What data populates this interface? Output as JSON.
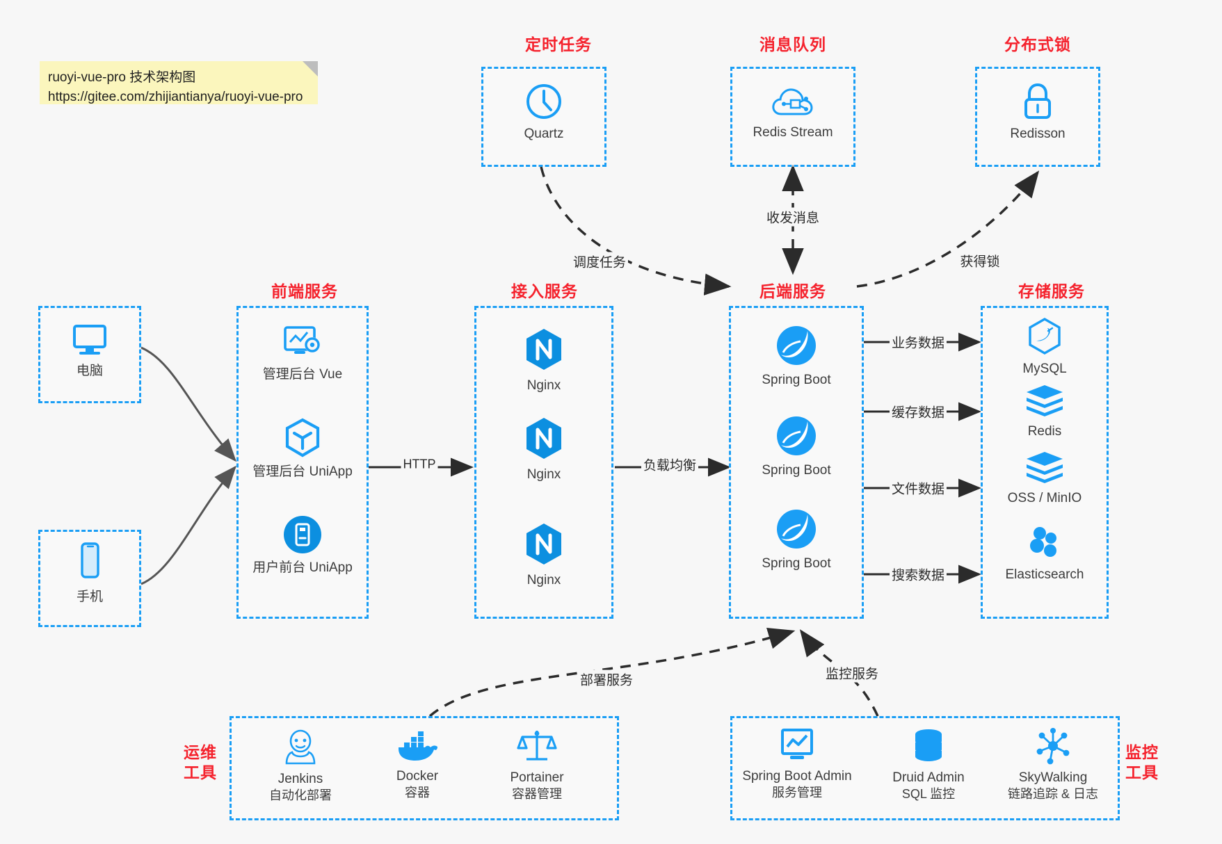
{
  "note": {
    "line1": "ruoyi-vue-pro 技术架构图",
    "line2": "https://gitee.com/zhijiantianya/ruoyi-vue-pro"
  },
  "groups": {
    "scheduled_tasks": "定时任务",
    "message_queue": "消息队列",
    "distributed_lock": "分布式锁",
    "frontend_services": "前端服务",
    "access_services": "接入服务",
    "backend_services": "后端服务",
    "storage_services": "存储服务",
    "devops_tools_l1": "运维",
    "devops_tools_l2": "工具",
    "monitor_tools_l1": "监控",
    "monitor_tools_l2": "工具"
  },
  "nodes": {
    "quartz": "Quartz",
    "redis_stream": "Redis Stream",
    "redisson": "Redisson",
    "computer": "电脑",
    "phone": "手机",
    "admin_vue": "管理后台 Vue",
    "admin_uniapp": "管理后台 UniApp",
    "user_uniapp": "用户前台 UniApp",
    "nginx1": "Nginx",
    "nginx2": "Nginx",
    "nginx3": "Nginx",
    "springboot1": "Spring Boot",
    "springboot2": "Spring Boot",
    "springboot3": "Spring Boot",
    "mysql": "MySQL",
    "redis": "Redis",
    "oss_minio": "OSS / MinIO",
    "elasticsearch": "Elasticsearch",
    "jenkins": "Jenkins",
    "jenkins_sub": "自动化部署",
    "docker": "Docker",
    "docker_sub": "容器",
    "portainer": "Portainer",
    "portainer_sub": "容器管理",
    "sba": "Spring Boot Admin",
    "sba_sub": "服务管理",
    "druid": "Druid Admin",
    "druid_sub": "SQL 监控",
    "skywalking": "SkyWalking",
    "skywalking_sub": "链路追踪 & 日志"
  },
  "edges": {
    "http": "HTTP",
    "load_balance": "负载均衡",
    "schedule_task": "调度任务",
    "send_receive_message": "收发消息",
    "acquire_lock": "获得锁",
    "business_data": "业务数据",
    "cache_data": "缓存数据",
    "file_data": "文件数据",
    "search_data": "搜索数据",
    "deploy_service": "部署服务",
    "monitor_service": "监控服务"
  },
  "colors": {
    "accent_blue": "#1a9ef5",
    "title_red": "#f5222d",
    "note_yellow": "#fbf6bd",
    "arrow_gray": "#555555",
    "arrow_black": "#2b2b2b",
    "background": "#f7f7f7"
  }
}
